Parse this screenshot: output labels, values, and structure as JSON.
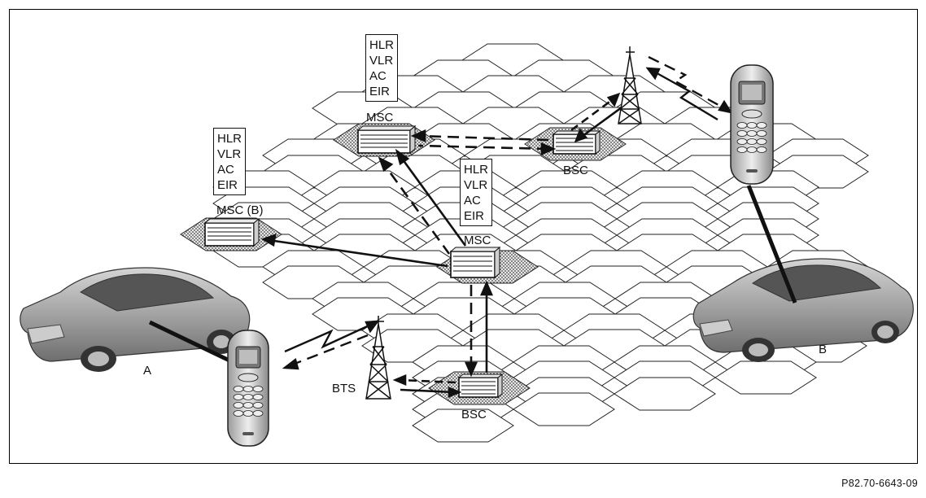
{
  "figure": {
    "figure_id": "P82.70-6643-09",
    "vehicles": {
      "a_label": "A",
      "b_label": "B"
    },
    "msc_top": {
      "registers": [
        "HLR",
        "VLR",
        "AC",
        "EIR"
      ],
      "label": "MSC"
    },
    "msc_b": {
      "registers": [
        "HLR",
        "VLR",
        "AC",
        "EIR"
      ],
      "label": "MSC (B)"
    },
    "msc_center": {
      "registers": [
        "HLR",
        "VLR",
        "AC",
        "EIR"
      ],
      "label": "MSC"
    },
    "bsc_top": {
      "label": "BSC"
    },
    "bsc_bottom": {
      "label": "BSC"
    },
    "bts": {
      "label": "BTS"
    }
  },
  "colors": {
    "line": "#111111",
    "hex_fill": "#ffffff",
    "shade": "#b9b9b9",
    "car": "#9a9a9a"
  }
}
